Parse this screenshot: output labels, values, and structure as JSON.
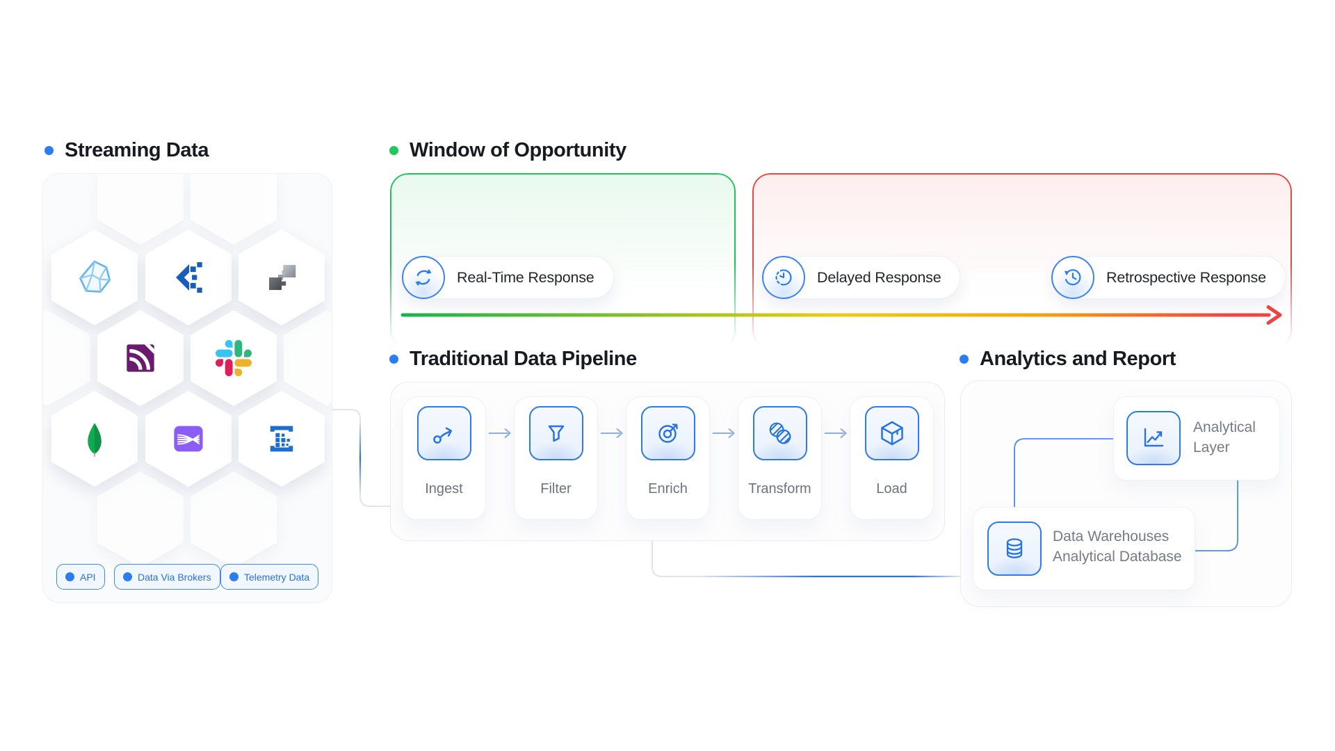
{
  "accent": {
    "blue": "#2b7cf0",
    "green": "#22c55e",
    "red": "#ef4444"
  },
  "streaming": {
    "title": "Streaming Data",
    "logos": [
      "polyhedron-wireframe",
      "pixel-chevron",
      "pixel-squares",
      "feed-arcs",
      "slack",
      "mongodb",
      "streams",
      "pixel-brackets"
    ],
    "tags": [
      {
        "label": "API"
      },
      {
        "label": "Data Via Brokers"
      },
      {
        "label": "Telemetry Data"
      }
    ]
  },
  "window": {
    "title": "Window of Opportunity",
    "pills": [
      {
        "label": "Real-Time Response",
        "icon": "sync-icon"
      },
      {
        "label": "Delayed Response",
        "icon": "clock-dashed-icon"
      },
      {
        "label": "Retrospective Response",
        "icon": "history-icon"
      }
    ],
    "arrow_gradient": [
      "#16b24d",
      "#8abf28",
      "#e8cf0e",
      "#f5a70b",
      "#ef4444"
    ]
  },
  "pipeline": {
    "title": "Traditional Data Pipeline",
    "steps": [
      {
        "label": "Ingest",
        "icon": "ingest-icon"
      },
      {
        "label": "Filter",
        "icon": "filter-icon"
      },
      {
        "label": "Enrich",
        "icon": "enrich-icon"
      },
      {
        "label": "Transform",
        "icon": "transform-icon"
      },
      {
        "label": "Load",
        "icon": "load-icon"
      }
    ]
  },
  "analytics": {
    "title": "Analytics and Report",
    "nodes": [
      {
        "label": "Analytical Layer",
        "icon": "chart-line-icon"
      },
      {
        "line1": "Data Warehouses",
        "line2": "Analytical Database",
        "icon": "database-icon"
      }
    ]
  },
  "logo_colors": {
    "slack": [
      "#36C5F0",
      "#2EB67D",
      "#ECB22E",
      "#E01E5A"
    ],
    "mongodb": "#10aa50",
    "streams_purple": "#8b5cf6",
    "feed_plum": "#6a1b6e",
    "pixel_blue": "#1a5db8"
  }
}
